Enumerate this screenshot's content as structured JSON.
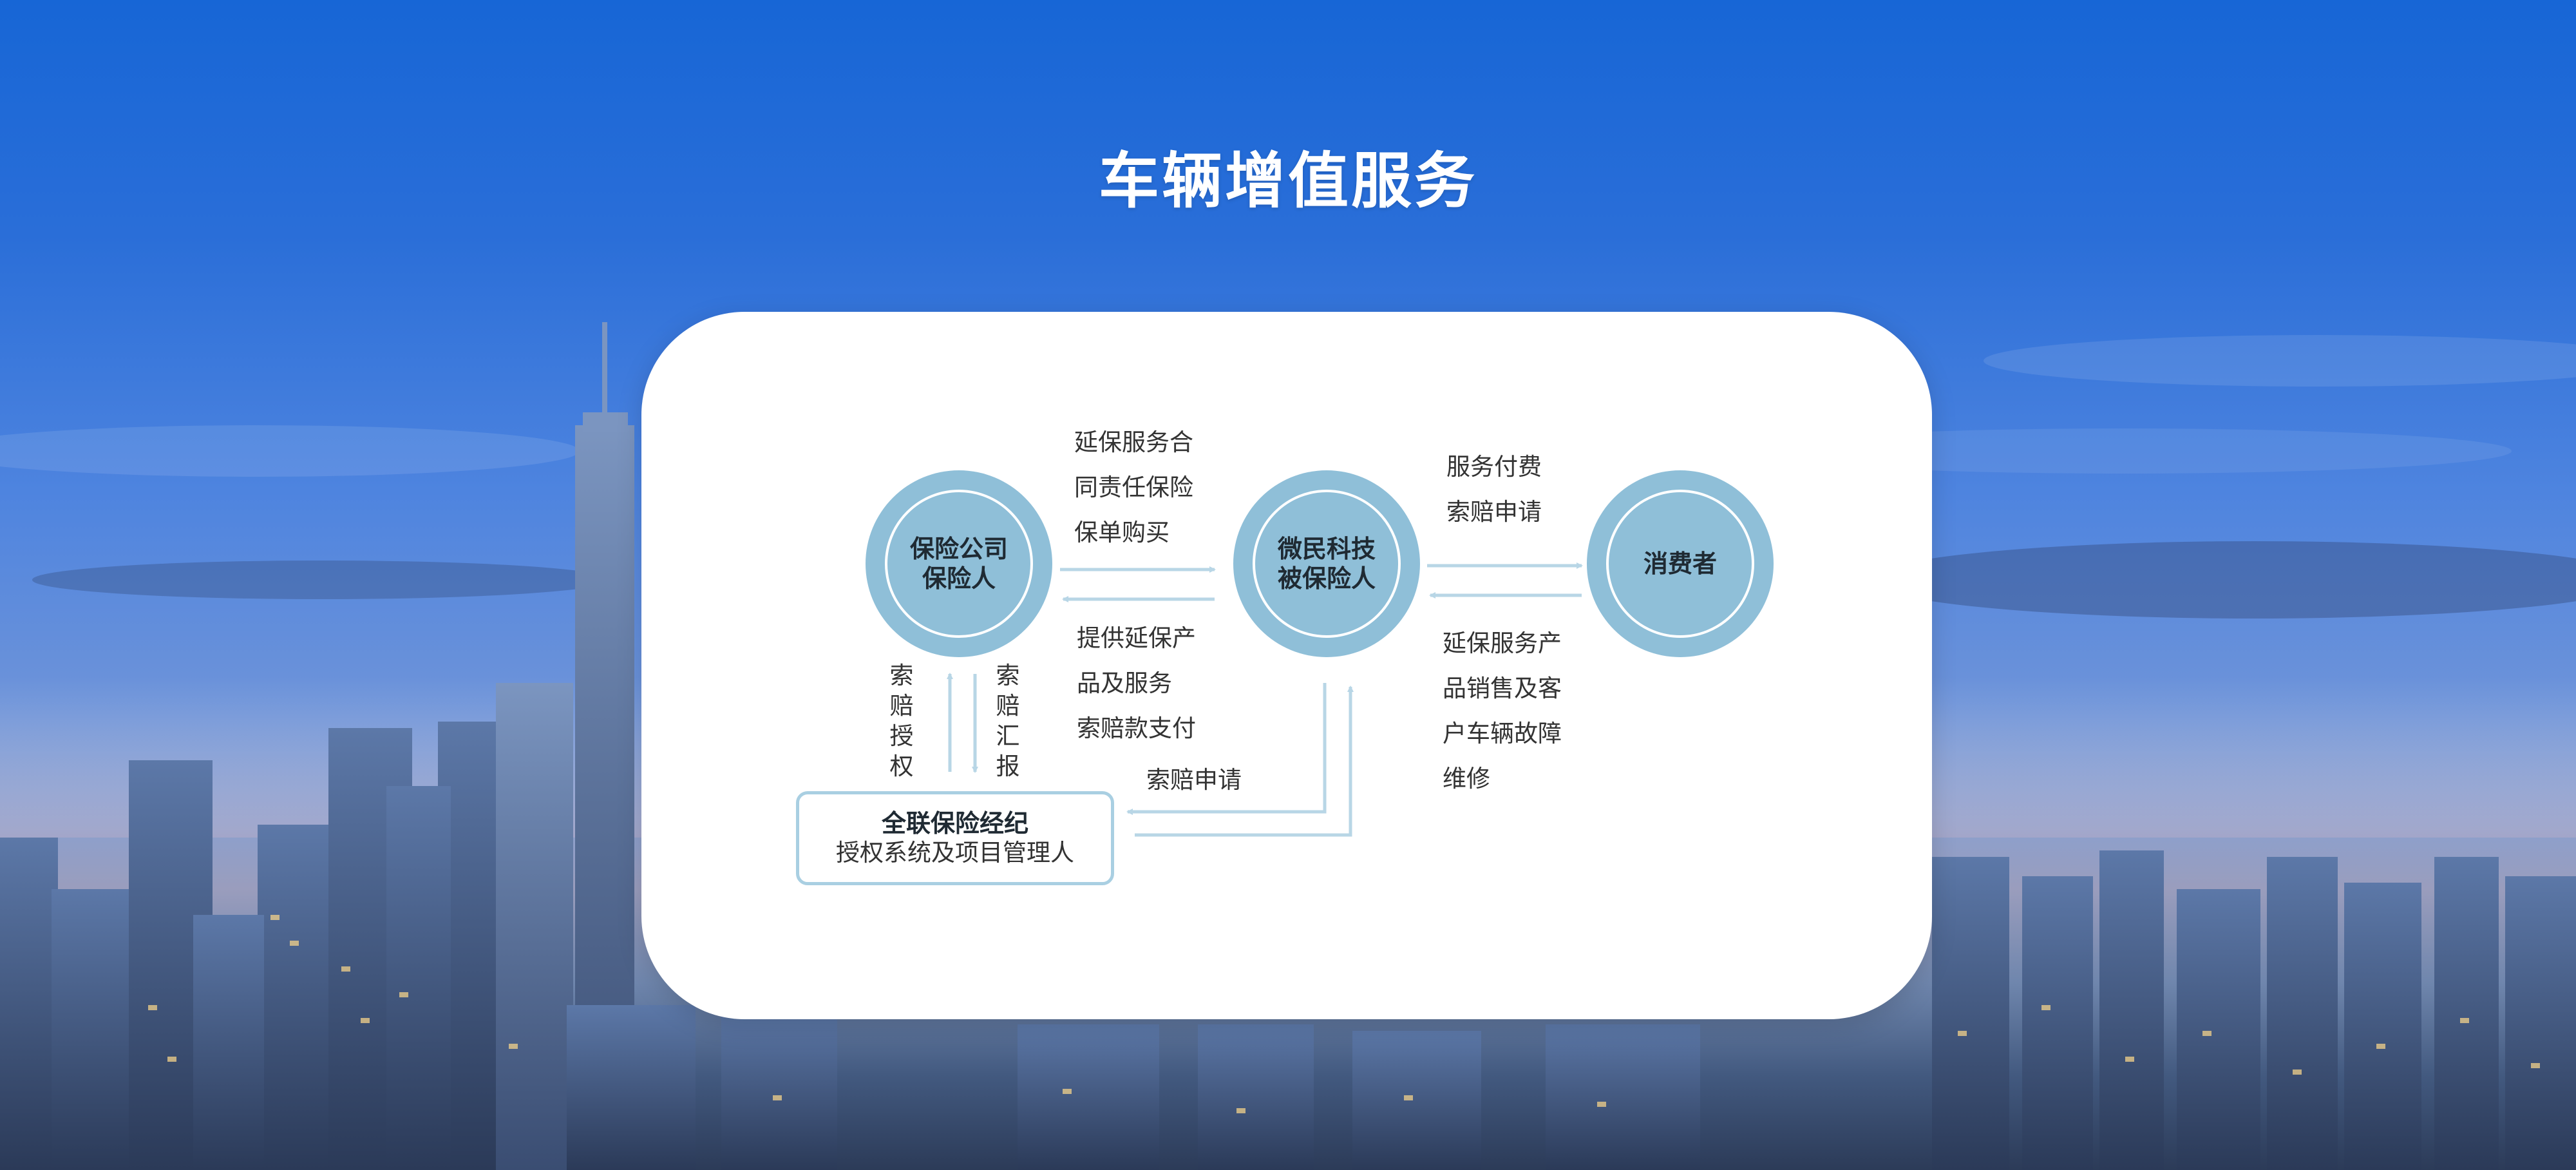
{
  "title": "车辆增值服务",
  "colors": {
    "circle": "#8fbfd8",
    "arrow": "#b8d6e6",
    "broker_border": "#a9cfe2"
  },
  "nodes": {
    "insurer": {
      "line1": "保险公司",
      "line2": "保险人"
    },
    "weimin": {
      "line1": "微民科技",
      "line2": "被保险人"
    },
    "consumer": {
      "line1": "消费者"
    },
    "broker": {
      "title": "全联保险经纪",
      "subtitle": "授权系统及项目管理人"
    }
  },
  "edges": {
    "weimin_to_insurer_top": [
      "延保服务合",
      "同责任保险",
      "保单购买"
    ],
    "insurer_to_weimin_bottom": [
      "提供延保产",
      "品及服务",
      "索赔款支付"
    ],
    "consumer_to_weimin_top": [
      "服务付费",
      "索赔申请"
    ],
    "weimin_to_consumer_bottom": [
      "延保服务产",
      "品销售及客",
      "户车辆故障",
      "维修"
    ],
    "broker_to_insurer_left": "索赔授权",
    "insurer_to_broker_right": "索赔汇报",
    "weimin_to_broker": "索赔申请"
  }
}
